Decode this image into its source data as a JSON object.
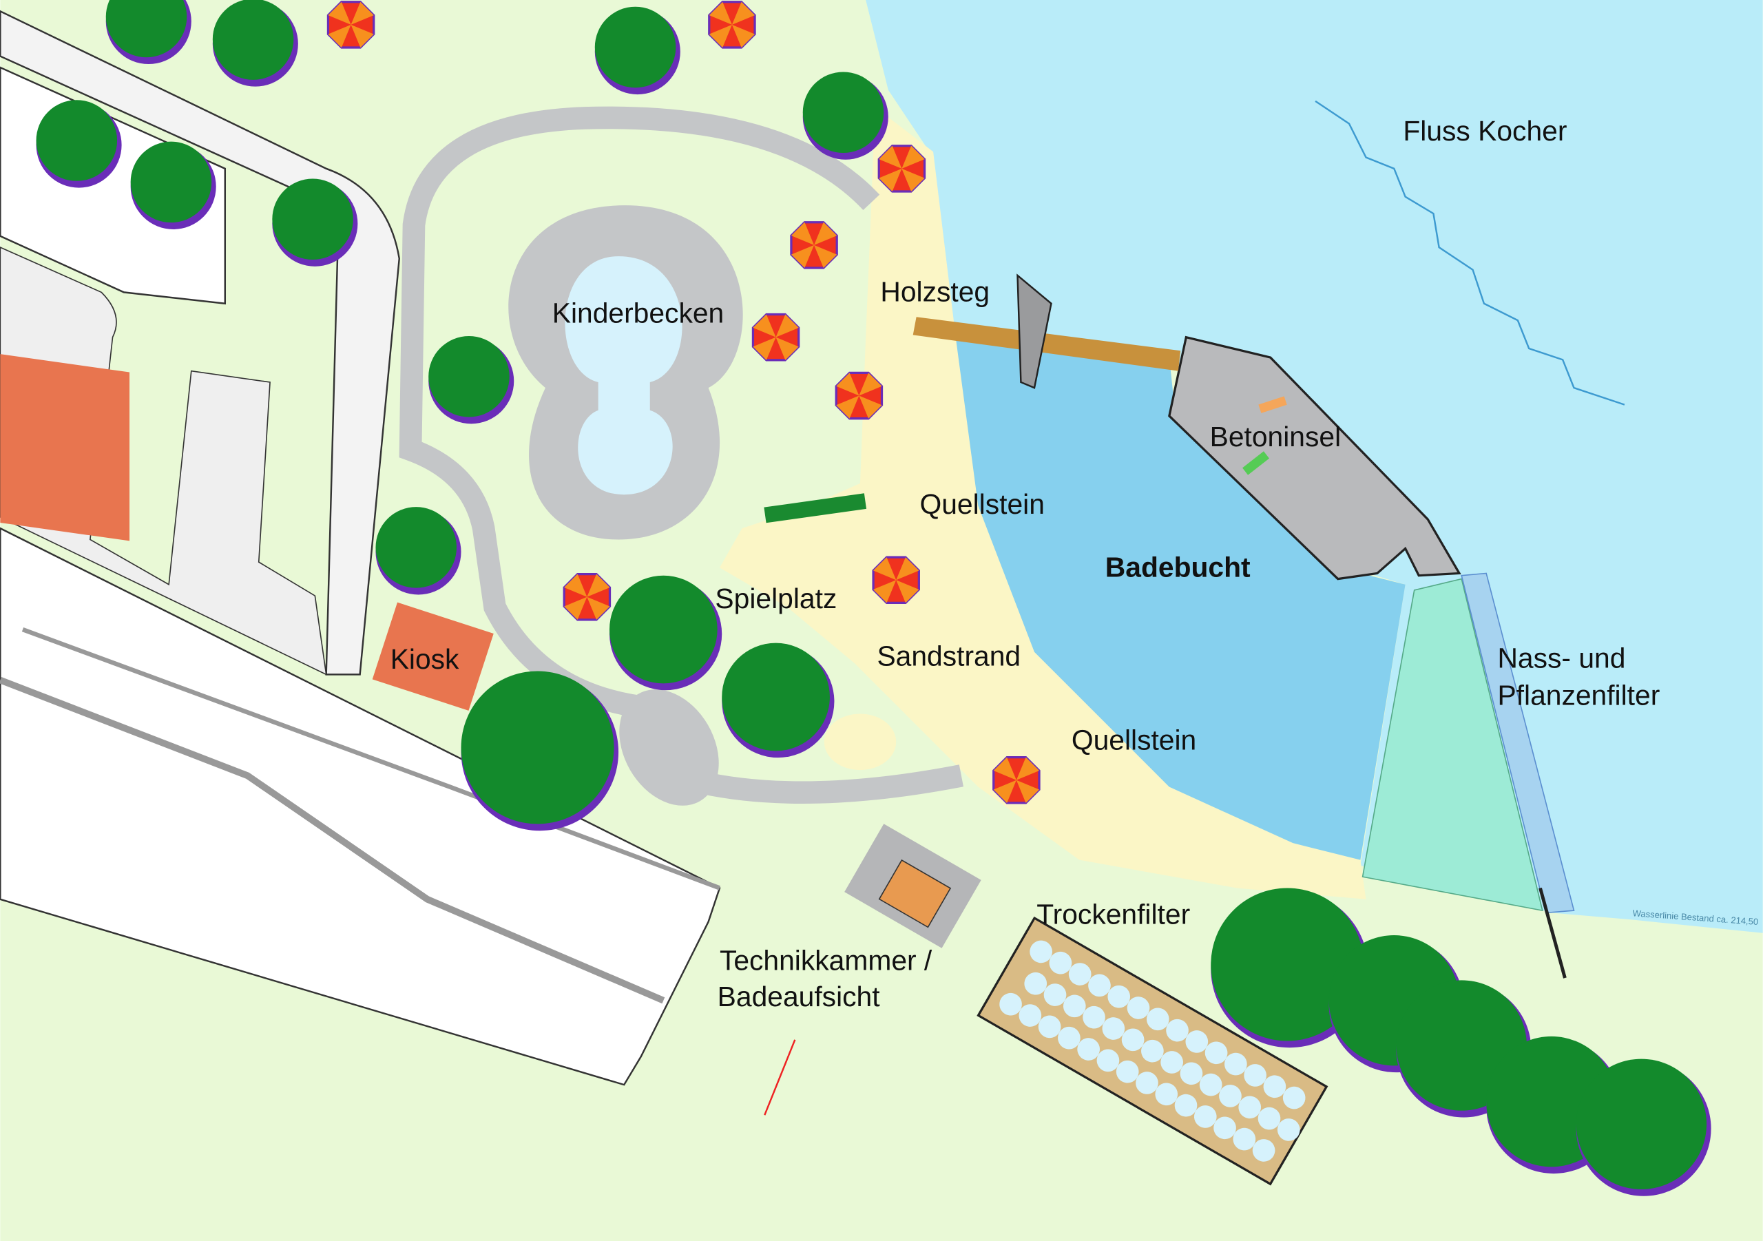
{
  "title": "Lageplan Flussbad",
  "labels": {
    "river": "Fluss Kocher",
    "jetty": "Holzsteg",
    "kids_pool": "Kinderbecken",
    "concrete_island": "Betoninsel",
    "spring_stone_1": "Quellstein",
    "bay": "Badebucht",
    "playground": "Spielplatz",
    "sand_beach": "Sandstrand",
    "kiosk": "Kiosk",
    "spring_stone_2": "Quellstein",
    "wet_filter_line1": "Nass- und",
    "wet_filter_line2": "Pflanzenfilter",
    "dry_filter": "Trockenfilter",
    "tech_room_line1": "Technikkammer /",
    "tech_room_line2": "Badeaufsicht",
    "waterline": "Wasserlinie Bestand ca. 214,50"
  },
  "colors": {
    "lawn": "#e9f9d6",
    "river": "#b9ecf9",
    "bay": "#86d0ee",
    "sand": "#fbf6c6",
    "path": "#c4c6c8",
    "pool_water": "#d6f2fc",
    "building_orange": "#e8754f",
    "tree": "#138a2c",
    "tree_edge": "#6a2db8",
    "umbrella_red": "#f0321e",
    "umbrella_orange": "#f7901e",
    "jetty": "#c8913c",
    "filter": "#9debd6",
    "dry_filter": "#d9bb85"
  }
}
